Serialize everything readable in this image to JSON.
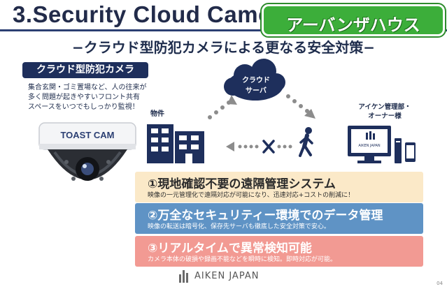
{
  "header": {
    "title": "3.Security Cloud Camera",
    "badge": "アーバンザハウス",
    "subtitle": "−クラウド型防犯カメラによる更なる安全対策−"
  },
  "camera_panel": {
    "tag": "クラウド型防犯カメラ",
    "description": [
      "集合玄関・ゴミ置場など、人の往来が",
      "多く問題が起きやすいフロント共有",
      "スペースをいつでもしっかり監視！"
    ],
    "product_logo": "TOAST CAM"
  },
  "diagram": {
    "cloud_label_line1": "クラウド",
    "cloud_label_line2": "サーバ",
    "property_label": "物件",
    "manager_label_line1": "アイケン管理部・",
    "manager_label_line2": "オーナー様",
    "monitor_text": "AIKEN JAPAN"
  },
  "features": [
    {
      "title": "①現地確認不要の遠隔管理システム",
      "desc": "映像の一元管理化で遠隔対応が可能になり、迅速対応+コストの削減に！"
    },
    {
      "title": "②万全なセキュリティー環境でのデータ管理",
      "desc": "映像の転送は暗号化、保存先サーバも徹底した安全対策で安心。"
    },
    {
      "title": "③リアルタイムで異常検知可能",
      "desc": "カメラ本体の破損や録画不能などを瞬時に検知。即時対応が可能。"
    }
  ],
  "footer": {
    "brand": "AIKEN JAPAN",
    "page_number": "04"
  },
  "colors": {
    "navy": "#1e2f5c",
    "badge_green": "#3cae3a",
    "feature1": "#fbe9c8",
    "feature2": "#5f93c5",
    "feature3": "#f29a93"
  }
}
